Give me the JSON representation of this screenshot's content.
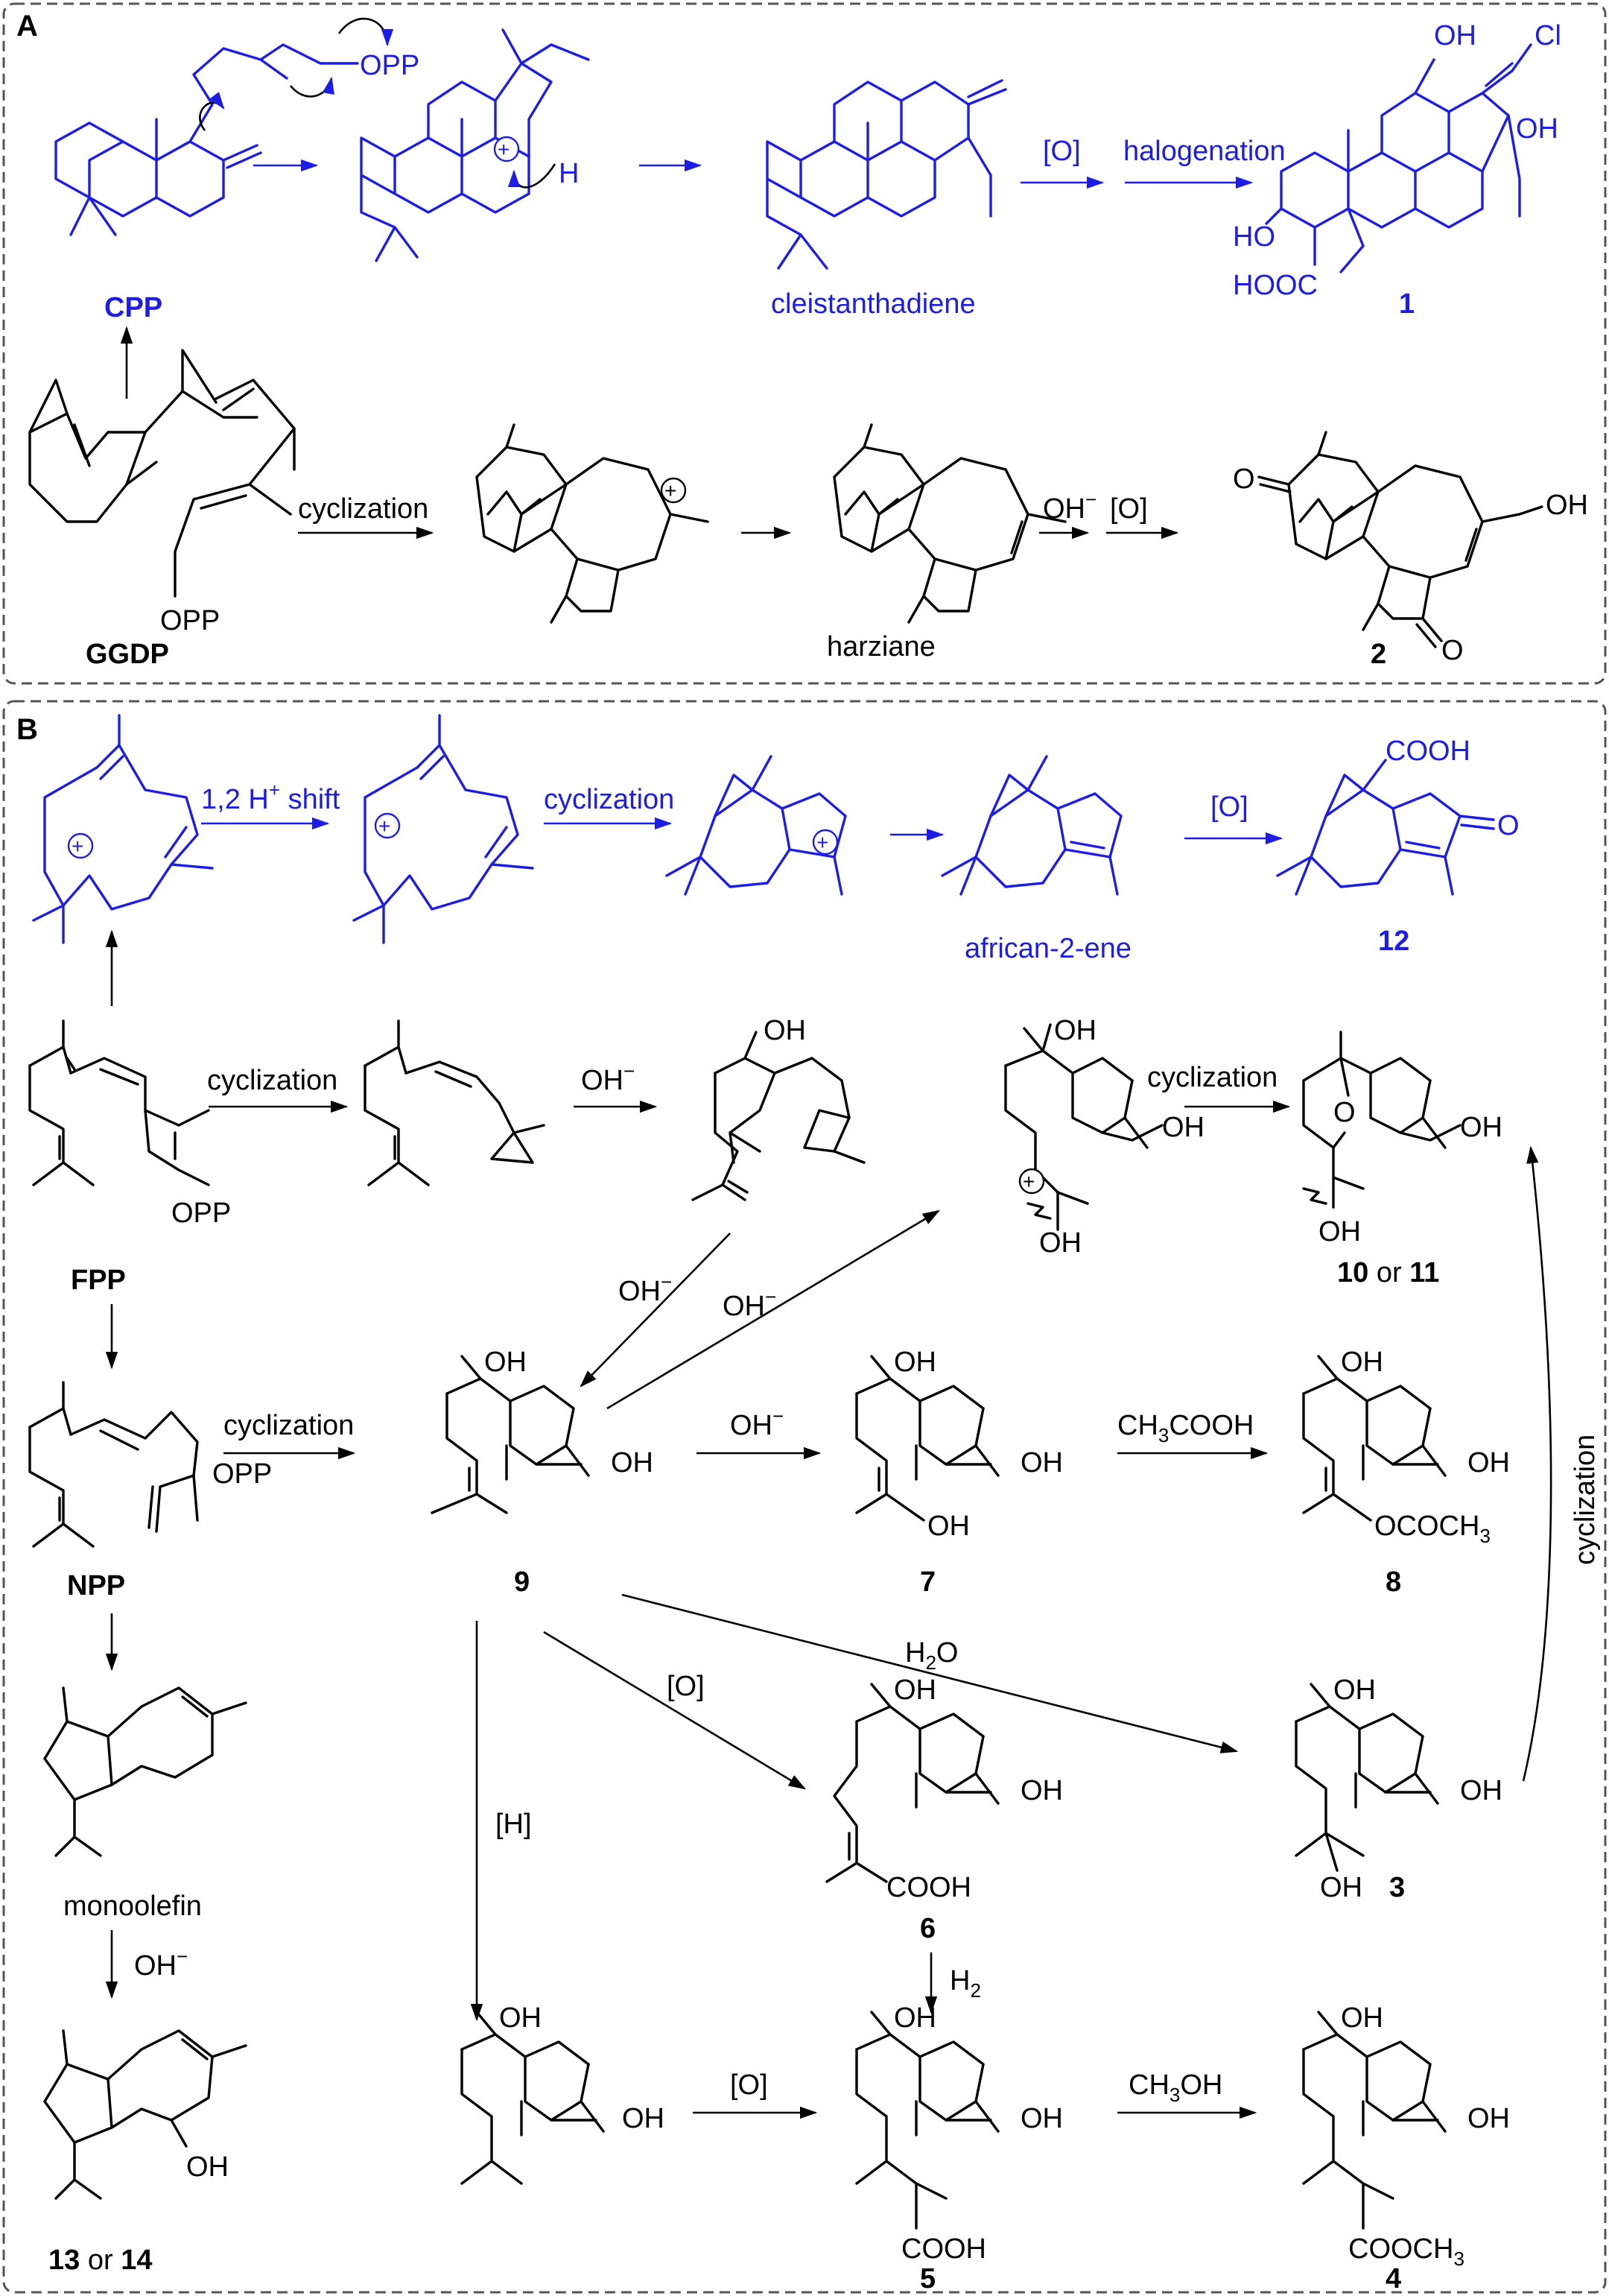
{
  "panels": {
    "a": {
      "letter": "A"
    },
    "b": {
      "letter": "B"
    }
  },
  "colors": {
    "blue": "#1d1de6",
    "black": "#000000",
    "frame": "#555555"
  },
  "panel_a": {
    "labels": {
      "cpp": "CPP",
      "cleistanthadiene": "cleistanthadiene",
      "c1": "1",
      "ggdp": "GGDP",
      "harziane": "harziane",
      "c2": "2"
    },
    "arrow_labels": {
      "oxidation": "[O]",
      "halogenation": "halogenation",
      "cyclization": "cyclization",
      "hydroxide": "OH",
      "hydroxide_sup": "−",
      "oxidation2": "[O]"
    },
    "atoms": {
      "opp_cpp": "OPP",
      "h": "H",
      "oh_1a": "OH",
      "cl": "Cl",
      "oh_1b": "OH",
      "ho_1": "HO",
      "hooc_1": "HOOC",
      "opp_ggdp": "OPP",
      "o_2a": "O",
      "oh_2": "OH",
      "o_2b": "O"
    }
  },
  "panel_b": {
    "labels": {
      "african": "african-2-ene",
      "c12": "12",
      "fpp": "FPP",
      "c10_11_a": "10",
      "c10_11_or": " or ",
      "c10_11_b": "11",
      "npp": "NPP",
      "c9": "9",
      "c7": "7",
      "c8": "8",
      "monoolefin": "monoolefin",
      "c6": "6",
      "c3": "3",
      "c13_14_a": "13",
      "c13_14_or": " or ",
      "c13_14_b": "14",
      "c5": "5",
      "c4": "4"
    },
    "arrow_labels": {
      "h_shift_pre": "1,2 H",
      "h_shift_sup": "+",
      "h_shift_post": " shift",
      "cyclization_blue": "cyclization",
      "oxidation_blue": "[O]",
      "cyclization_fpp": "cyclization",
      "hydroxide1": "OH",
      "hydroxide1_sup": "−",
      "cyclization_10": "cyclization",
      "hydroxide2": "OH",
      "hydroxide2_sup": "−",
      "hydroxide3": "OH",
      "hydroxide3_sup": "−",
      "cyclization_npp": "cyclization",
      "hydroxide4": "OH",
      "hydroxide4_sup": "−",
      "acetic_pre": "CH",
      "acetic_sub": "3",
      "acetic_post": "COOH",
      "cyclization_side": "cyclization",
      "water_pre": "H",
      "water_sub": "2",
      "water_post": "O",
      "oxidation_6": "[O]",
      "reduction": "[H]",
      "hydroxide5": "OH",
      "hydroxide5_sup": "−",
      "hydrogen_pre": "H",
      "hydrogen_sub": "2",
      "oxidation_5": "[O]",
      "methanol_pre": "CH",
      "methanol_sub": "3",
      "methanol_post": "OH"
    },
    "atoms": {
      "cooh_12": "COOH",
      "o_12": "O",
      "opp_fpp": "OPP",
      "oh_alc": "OH",
      "oh_cat_a": "OH",
      "oh_cat_b": "OH",
      "oh_cat_c": "OH",
      "o_10": "O",
      "oh_10a": "OH",
      "oh_10b": "OH",
      "opp_npp": "OPP",
      "oh_9a": "OH",
      "oh_9b": "OH",
      "oh_7a": "OH",
      "oh_7b": "OH",
      "oh_7c": "OH",
      "oh_8a": "OH",
      "oh_8b": "OH",
      "ococh3_pre": "OCOCH",
      "ococh3_sub": "3",
      "oh_6a": "OH",
      "oh_6b": "OH",
      "cooh_6": "COOH",
      "oh_3a": "OH",
      "oh_3b": "OH",
      "oh_3c": "OH",
      "oh_14": "OH",
      "oh_hpa": "OH",
      "oh_hpb": "OH",
      "oh_5a": "OH",
      "oh_5b": "OH",
      "cooh_5": "COOH",
      "oh_4a": "OH",
      "oh_4b": "OH",
      "cooch3_pre": "COOCH",
      "cooch3_sub": "3"
    }
  }
}
